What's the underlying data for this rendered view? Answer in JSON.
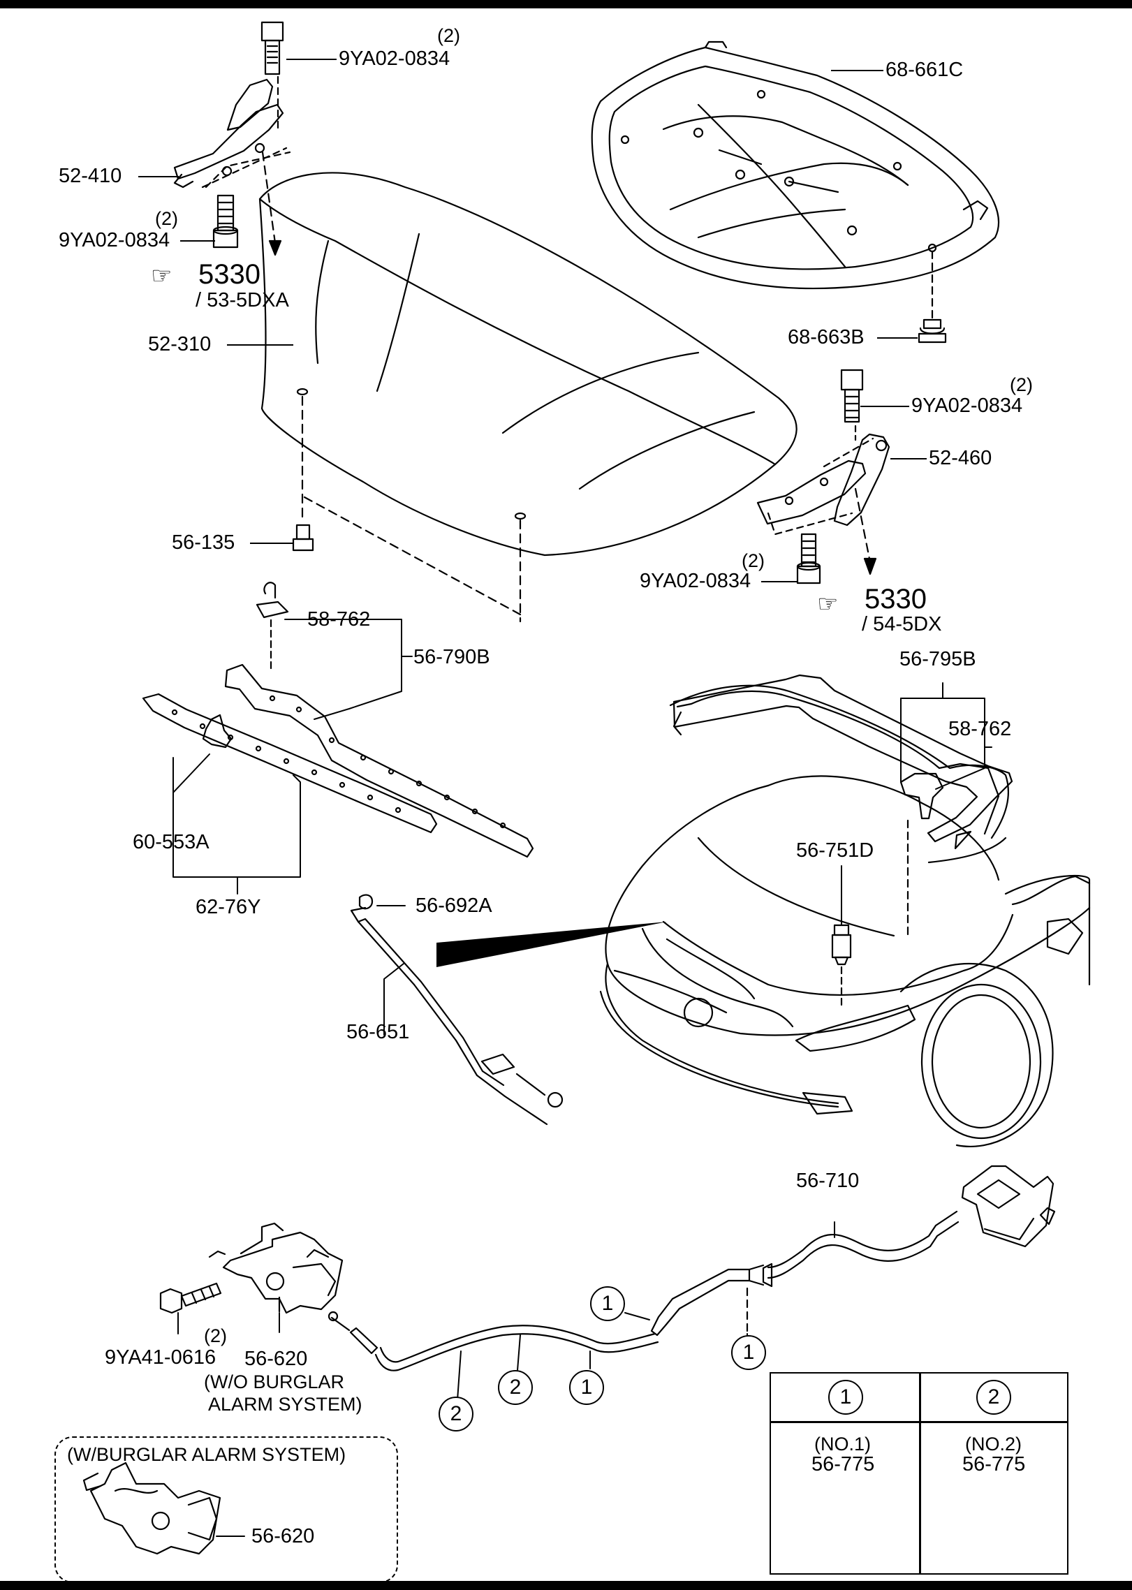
{
  "parts": {
    "bolt_9ya02_0834": "9YA02-0834",
    "bolt_9ya41_0616": "9YA41-0616",
    "hinge_left": "52-410",
    "hinge_right": "52-460",
    "hood": "52-310",
    "insulator": "68-661C",
    "insulator_clip": "68-663B",
    "bumper_56_135": "56-135",
    "clip_58_762": "58-762",
    "seal_front": "56-790B",
    "seal_rear": "56-795B",
    "grille_clip": "60-553A",
    "front_seal": "62-76Y",
    "nut_56_692a": "56-692A",
    "stay_56_651": "56-651",
    "stay_56_751d": "56-751D",
    "cable": "56-710",
    "lock": "56-620",
    "clip_56_775": "56-775"
  },
  "quantities": {
    "two": "(2)"
  },
  "references": {
    "ref_number": "5330",
    "left_sub": "/ 53-5DXA",
    "right_sub": "/ 54-5DX"
  },
  "notes": {
    "wo_burglar_line1": "(W/O BURGLAR",
    "wo_burglar_line2": "ALARM SYSTEM)",
    "w_burglar": "(W/BURGLAR ALARM SYSTEM)"
  },
  "legend": {
    "col1_symbol": "1",
    "col2_symbol": "2",
    "col1_type": "(NO.1)",
    "col2_type": "(NO.2)",
    "col1_part": "56-775",
    "col2_part": "56-775"
  },
  "clip_markers": {
    "one": "1",
    "two": "2"
  },
  "icons": {
    "pointing_hand": "☞"
  }
}
